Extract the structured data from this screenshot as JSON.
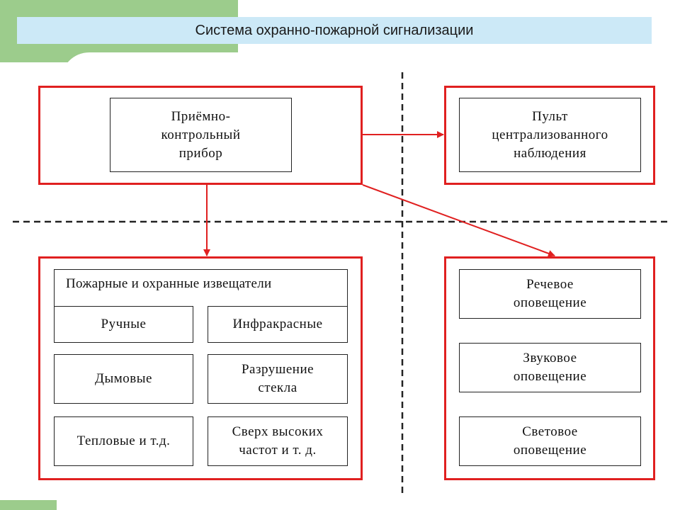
{
  "header": {
    "title": "Система охранно-пожарной сигнализации"
  },
  "diagram": {
    "control_panel": {
      "label": "Приёмно-\nконтрольный\nприбор"
    },
    "monitoring_console": {
      "label": "Пульт\nцентрализованного\nнаблюдения"
    },
    "detectors": {
      "title": "Пожарные и охранные извещатели",
      "items": [
        {
          "label": "Ручные"
        },
        {
          "label": "Инфракрасные"
        },
        {
          "label": "Дымовые"
        },
        {
          "label": "Разрушение\nстекла"
        },
        {
          "label": "Тепловые и т.д."
        },
        {
          "label": "Сверх высоких\nчастот и т. д."
        }
      ]
    },
    "alerts": {
      "items": [
        {
          "label": "Речевое\nоповещение"
        },
        {
          "label": "Звуковое\nоповещение"
        },
        {
          "label": "Световое\nоповещение"
        }
      ]
    }
  }
}
